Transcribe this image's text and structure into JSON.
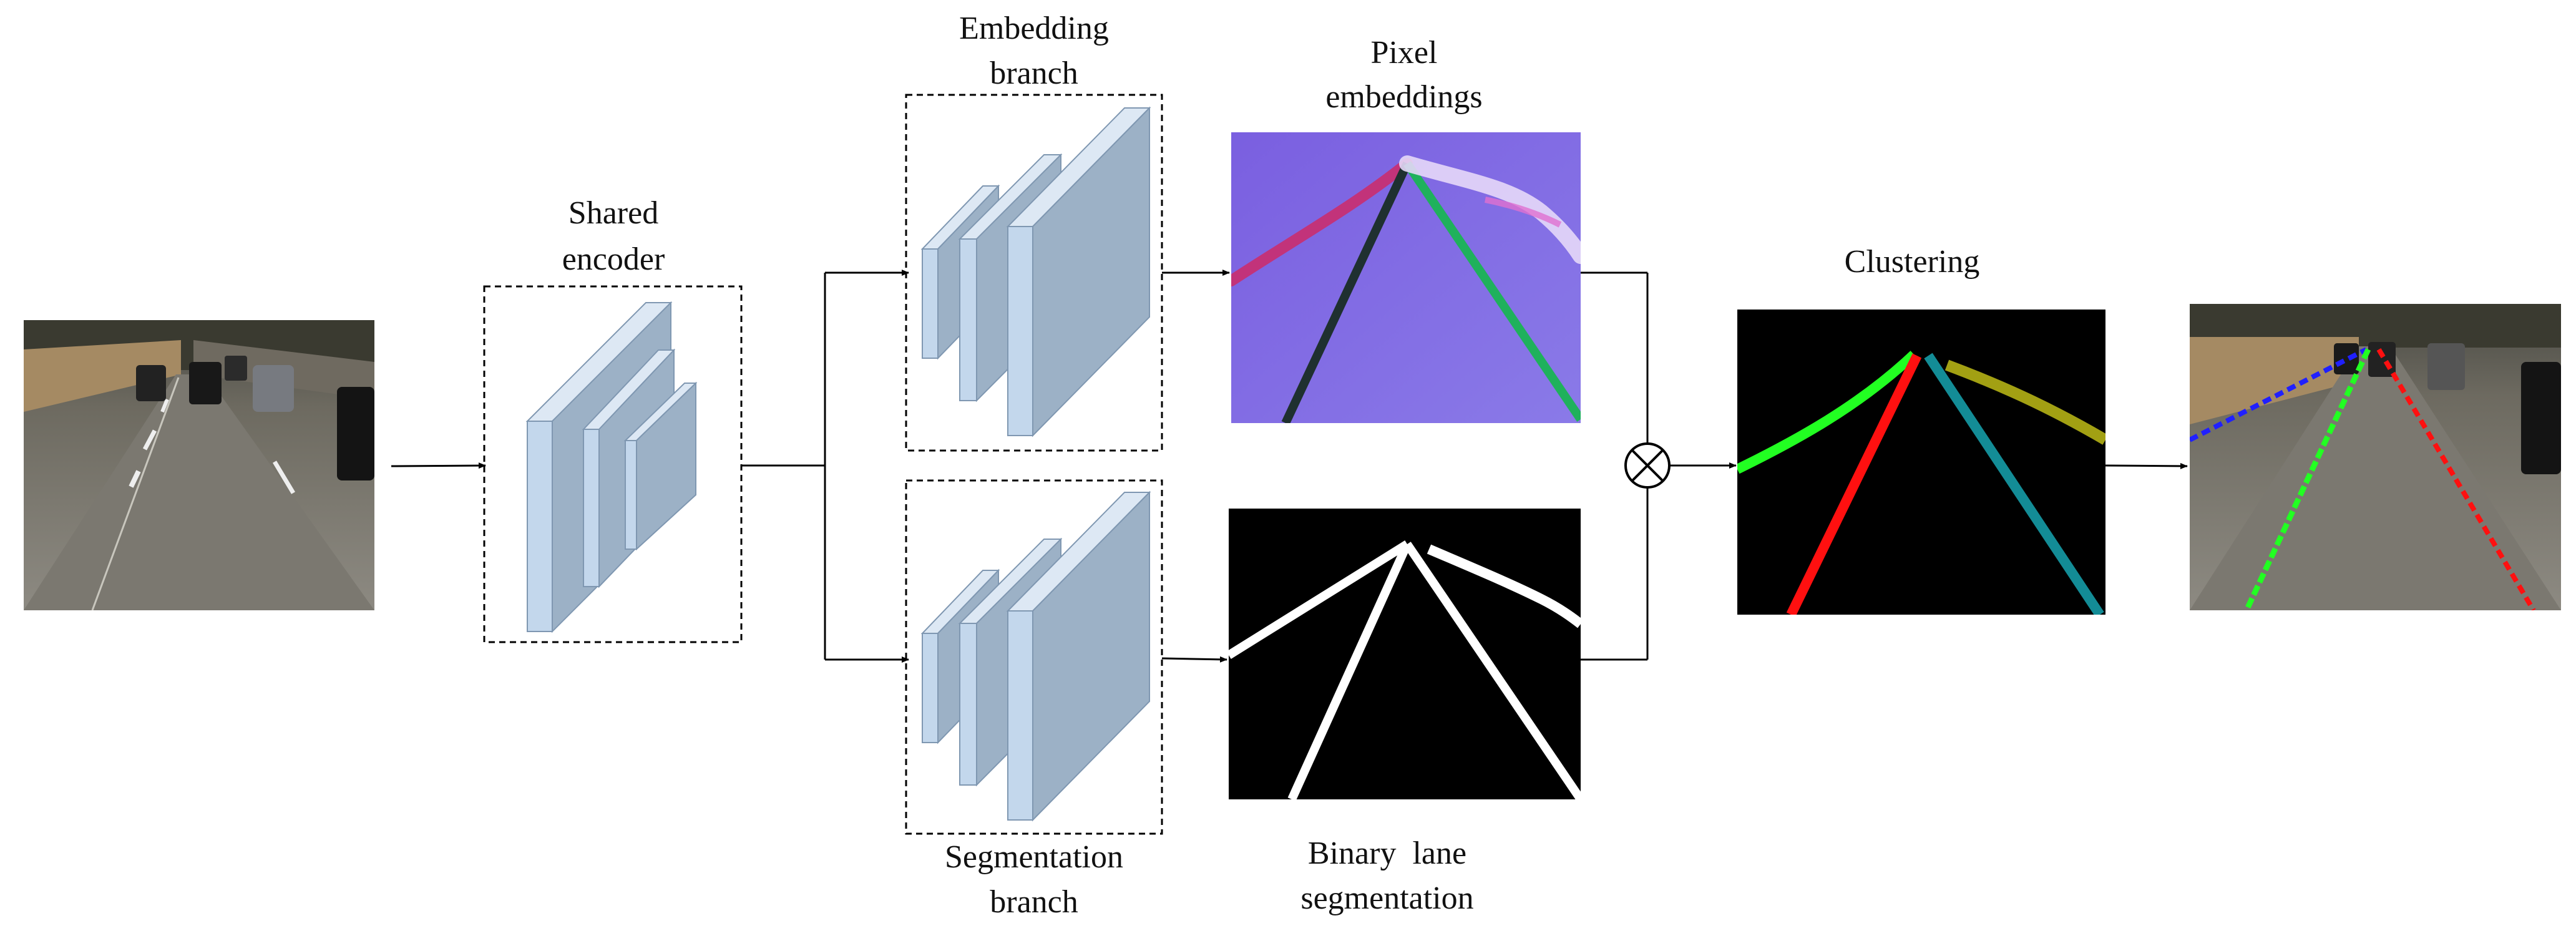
{
  "labels": {
    "shared_encoder": [
      "Shared",
      "encoder"
    ],
    "embedding_branch": [
      "Embedding",
      "branch"
    ],
    "segmentation_branch": [
      "Segmentation",
      "branch"
    ],
    "pixel_embeddings": [
      "Pixel",
      "embeddings"
    ],
    "binary_lane_segmentation": [
      "Binary  lane",
      "segmentation"
    ],
    "clustering": "Clustering"
  },
  "operator_symbol": "⊗",
  "colors": {
    "layer_light": "#c3d7ec",
    "layer_front": "#9cb1c6",
    "layer_top": "#dde8f4",
    "layer_edge": "#7f97b1",
    "embedding_bg": "#7b66e6",
    "lane_green": "#22ff22",
    "lane_red": "#ff1010",
    "lane_teal": "#138c96",
    "lane_olive": "#a2a013",
    "lane_blue": "#2020ff",
    "embedding_magenta": "#c2337a",
    "embedding_green": "#1fb15c",
    "embedding_dark": "#1f3030"
  }
}
